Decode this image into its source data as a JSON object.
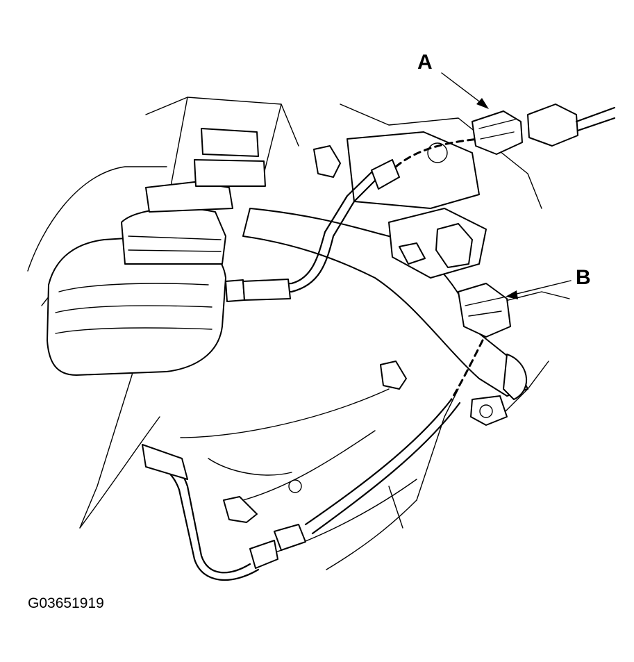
{
  "callouts": {
    "a": "A",
    "b": "B"
  },
  "figure_id": "G03651919"
}
